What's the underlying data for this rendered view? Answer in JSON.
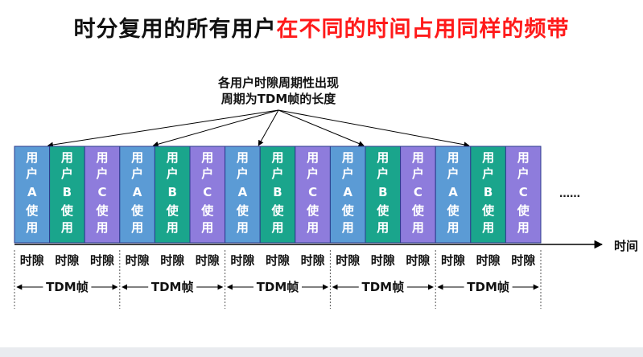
{
  "title": {
    "black_part": "时分复用的所有用户",
    "red_part": "在不同的时间占用同样的频带"
  },
  "annotation": {
    "line1": "各用户时隙周期性出现",
    "line2": "周期为TDM帧的长度"
  },
  "slot_chars": [
    "用",
    "户",
    "",
    "使",
    "用"
  ],
  "users": [
    {
      "letter": "A",
      "color": "#5b9bd5"
    },
    {
      "letter": "B",
      "color": "#1aa58c"
    },
    {
      "letter": "C",
      "color": "#8e7cdc"
    }
  ],
  "frame_count": 5,
  "slot_label": "时隙",
  "frame_label": "TDM帧",
  "time_label": "时间",
  "ellipsis": "……",
  "colors": {
    "title_black": "#111111",
    "title_red": "#ff1a1a",
    "slot_border": "#2b3a8c"
  }
}
